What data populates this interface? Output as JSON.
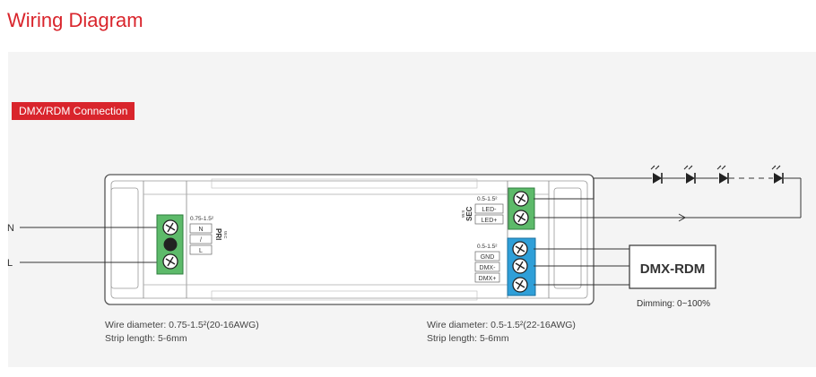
{
  "title": "Wiring Diagram",
  "section_label": "DMX/RDM Connection",
  "inputs": {
    "n": "N",
    "l": "L"
  },
  "pri_block": {
    "wire_range": "0.75-1.5²",
    "side_label": "PRI",
    "side_small": "W.C",
    "terminals": [
      "N",
      "/",
      "L"
    ]
  },
  "sec_block": {
    "wire_range": "0.5-1.5²",
    "side_label": "SEC",
    "side_small": "W.S",
    "terminals": [
      "LED-",
      "LED+"
    ]
  },
  "dmx_block": {
    "wire_range": "0.5-1.5²",
    "terminals": [
      "GND",
      "DMX-",
      "DMX+"
    ]
  },
  "controller": {
    "label": "DMX-RDM",
    "dimming": "Dimming: 0~100%"
  },
  "left_spec": {
    "wire": "Wire diameter: 0.75-1.5²(20-16AWG)",
    "strip": "Strip length: 5-6mm"
  },
  "right_spec": {
    "wire": "Wire diameter: 0.5-1.5²(22-16AWG)",
    "strip": "Strip length: 5-6mm"
  },
  "colors": {
    "accent": "#d9252c",
    "terminal_green": "#5dba6a",
    "terminal_blue": "#2f9fd8",
    "line": "#333333"
  },
  "icons": [
    "led-diode-icon",
    "screw-terminal-icon",
    "flow-arrow-icon"
  ]
}
